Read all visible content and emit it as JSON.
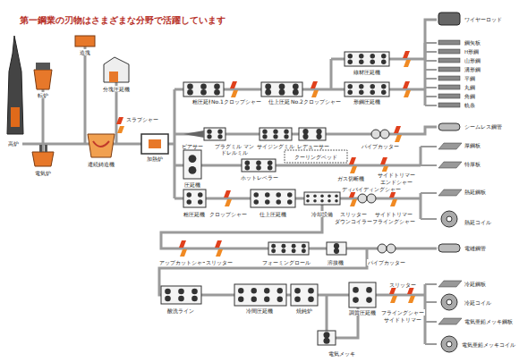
{
  "diagram": {
    "title": "第一鋼業の刃物はさまざまな分野で活躍しています",
    "labels": [
      "高炉",
      "転炉",
      "電気炉",
      "造塊",
      "分塊圧延機",
      "連続鋳造機",
      "スラブシャー",
      "加熱炉",
      "粗圧延機",
      "No.1クロップシャー",
      "仕上圧延機",
      "No.2クロップシャー",
      "線材圧延機",
      "形鋼圧延機",
      "ピアサー",
      "プラグミル マンドレルミル",
      "サイジングミル",
      "レデューサー",
      "パイプカッター",
      "圧延機",
      "ホットレベラー",
      "クーリングベッド",
      "ガス切断機",
      "サイドトリマー",
      "エンドシャー",
      "ディバイディングシャー",
      "厚鋼板",
      "特厚板",
      "粗圧延機",
      "クロップシャー",
      "仕上圧延機",
      "冷却設備",
      "スリッター",
      "サイドトリマー",
      "フライングシャー",
      "ダウンコイラー",
      "熱延鋼板",
      "熱延コイル",
      "アップカットシャー",
      "スリッター",
      "フォーミングロール",
      "溶接機",
      "パイプカッター",
      "電縫鋼管",
      "酸洗ライン",
      "冷間圧延機",
      "焼鈍炉",
      "調質圧延機",
      "電気メッキ",
      "スリッター",
      "フライングシャー",
      "サイドトリマー",
      "冷延鋼板",
      "冷延コイル",
      "電気亜鉛メッキ鋼板",
      "電気亜鉛メッキコイル",
      "ワイヤーロッド",
      "鋼矢板",
      "H形鋼",
      "山形鋼",
      "溝形鋼",
      "平鋼",
      "丸鋼",
      "角鋼",
      "軌条",
      "シームレス鋼管"
    ]
  }
}
